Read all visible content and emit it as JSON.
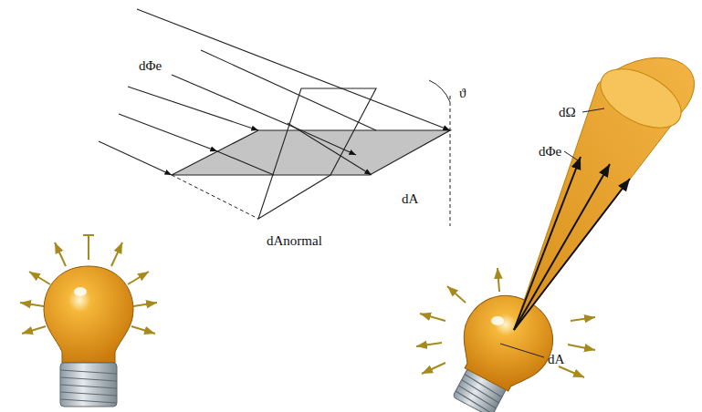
{
  "diagram": {
    "labels": [
      "dΦe",
      "ϑ",
      "dA",
      "dAnormal",
      "dΩ",
      "dΦe",
      "dA"
    ]
  }
}
